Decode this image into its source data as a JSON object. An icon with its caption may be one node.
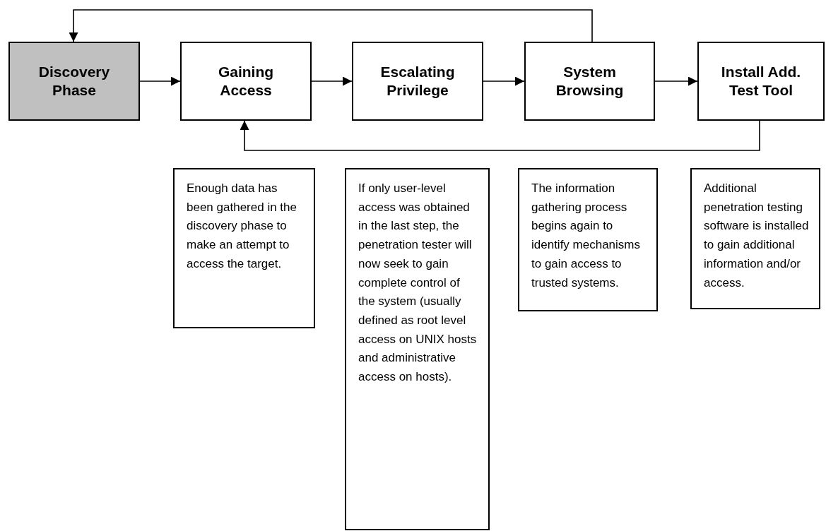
{
  "diagram": {
    "nodes": [
      {
        "text": [
          "Discovery Phase"
        ]
      },
      {
        "text": [
          "Gaining Access"
        ]
      },
      {
        "text": [
          "Escalating Privilege"
        ]
      },
      {
        "text": [
          "System Browsing"
        ]
      },
      {
        "text": [
          "Install Add. Test Tool"
        ]
      },
      {
        "text": [
          "Enough data has been gathered in the discovery phase to make an attempt to access the target."
        ]
      },
      {
        "text": [
          "If only user-level access was obtained in the last step, the penetration tester will now seek to gain complete control of the system (usually defined as root level access on UNIX hosts and administrative access on hosts)."
        ]
      },
      {
        "text": [
          "The information gathering process begins again to identify mechanisms to gain access to trusted systems."
        ]
      },
      {
        "text": [
          "Additional penetration testing software is installed to gain additional information and/or access."
        ]
      }
    ],
    "edges": [
      {
        "from": 0,
        "to": 1,
        "arrow": "to"
      },
      {
        "from": 1,
        "to": 2,
        "arrow": "to"
      },
      {
        "from": 2,
        "to": 3,
        "arrow": "to"
      },
      {
        "from": 3,
        "to": 4,
        "arrow": "to"
      },
      {
        "from": 3,
        "to": 0,
        "arrow": "to"
      },
      {
        "from": 4,
        "to": 1,
        "arrow": "to"
      }
    ]
  }
}
